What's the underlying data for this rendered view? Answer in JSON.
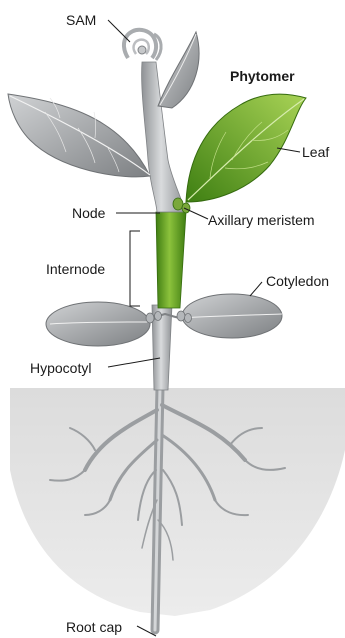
{
  "labels": {
    "sam": "SAM",
    "phytomer": "Phytomer",
    "leaf": "Leaf",
    "node": "Node",
    "axillary_meristem": "Axillary meristem",
    "internode": "Internode",
    "cotyledon": "Cotyledon",
    "hypocotyl": "Hypocotyl",
    "root_cap": "Root cap"
  },
  "colors": {
    "stem_gray": "#a9acaf",
    "stem_gray_light": "#d3d5d7",
    "leaf_gray": "#8e9194",
    "leaf_gray_light": "#c9cbcd",
    "phytomer_green": "#5a9a1e",
    "phytomer_green_light": "#9cc84a",
    "soil": "#e2e2e2"
  }
}
